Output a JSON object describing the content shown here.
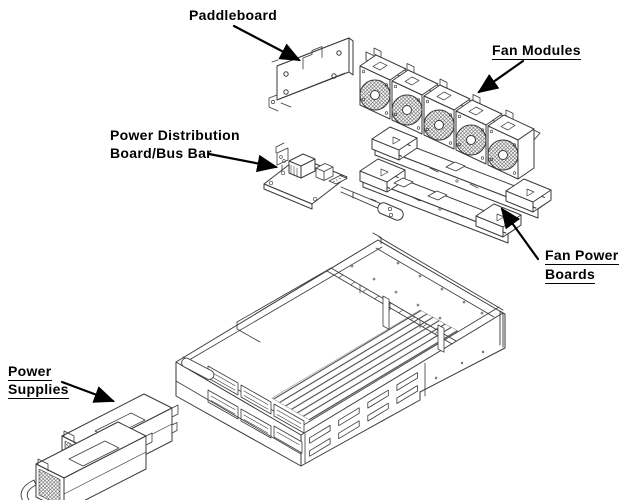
{
  "figure_type": "exploded-view hardware service diagram",
  "colors": {
    "background": "#ffffff",
    "line_art": "#3a3a3a",
    "callout_arrow": "#000000",
    "label_text": "#000000"
  },
  "labels": {
    "paddleboard": {
      "text": "Paddleboard",
      "underlined": false
    },
    "fan_modules": {
      "text": "Fan Modules",
      "underlined": true
    },
    "power_distribution_board": {
      "line1": "Power Distribution",
      "line2": "Board/Bus Bar",
      "underlined": false
    },
    "fan_power_boards": {
      "line1": "Fan Power",
      "line2": "Boards",
      "underlined": true
    },
    "power_supplies": {
      "line1": "Power",
      "line2": "Supplies",
      "underlined": true
    }
  }
}
